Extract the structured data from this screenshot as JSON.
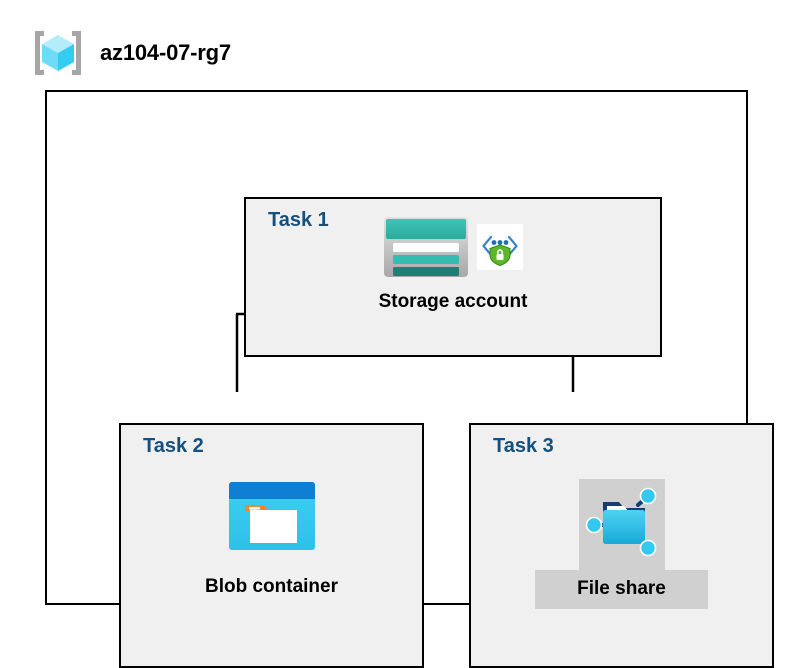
{
  "header": {
    "icon": "resource-group-icon",
    "title": "az104-07-rg7"
  },
  "diagram": {
    "container_name": "resource-group-container",
    "tasks": [
      {
        "id": "task-1",
        "label": "Task 1",
        "node_caption": "Storage account",
        "icons": [
          "storage-account-icon",
          "storage-encryption-icon"
        ],
        "highlighted": false
      },
      {
        "id": "task-2",
        "label": "Task 2",
        "node_caption": "Blob container",
        "icons": [
          "blob-container-icon"
        ],
        "highlighted": false
      },
      {
        "id": "task-3",
        "label": "Task 3",
        "node_caption": "File share",
        "icons": [
          "file-share-icon"
        ],
        "highlighted": true
      }
    ],
    "connections": [
      {
        "from": "Storage account",
        "to": "Blob container"
      },
      {
        "from": "Storage account",
        "to": "File share"
      }
    ]
  },
  "colors": {
    "task_label": "#14507d",
    "box_border": "#000000",
    "task_fill": "#f0f0f0",
    "page_background": "#ffffff",
    "highlight_fill": "#d0d0d0",
    "storage_teal": "#32b4a8",
    "storage_teal_dark": "#1f7a70",
    "blob_blue": "#0078d4",
    "blob_cyan": "#32c8f0",
    "blob_orange": "#f07b28",
    "share_cyan": "#32c8f0",
    "share_navy": "#153d73",
    "encryption_green": "#4caf2a",
    "rg_cube_light": "#9ce8fa",
    "rg_cube_mid": "#50d8f5",
    "rg_bracket_gray": "#a6a6a6"
  }
}
